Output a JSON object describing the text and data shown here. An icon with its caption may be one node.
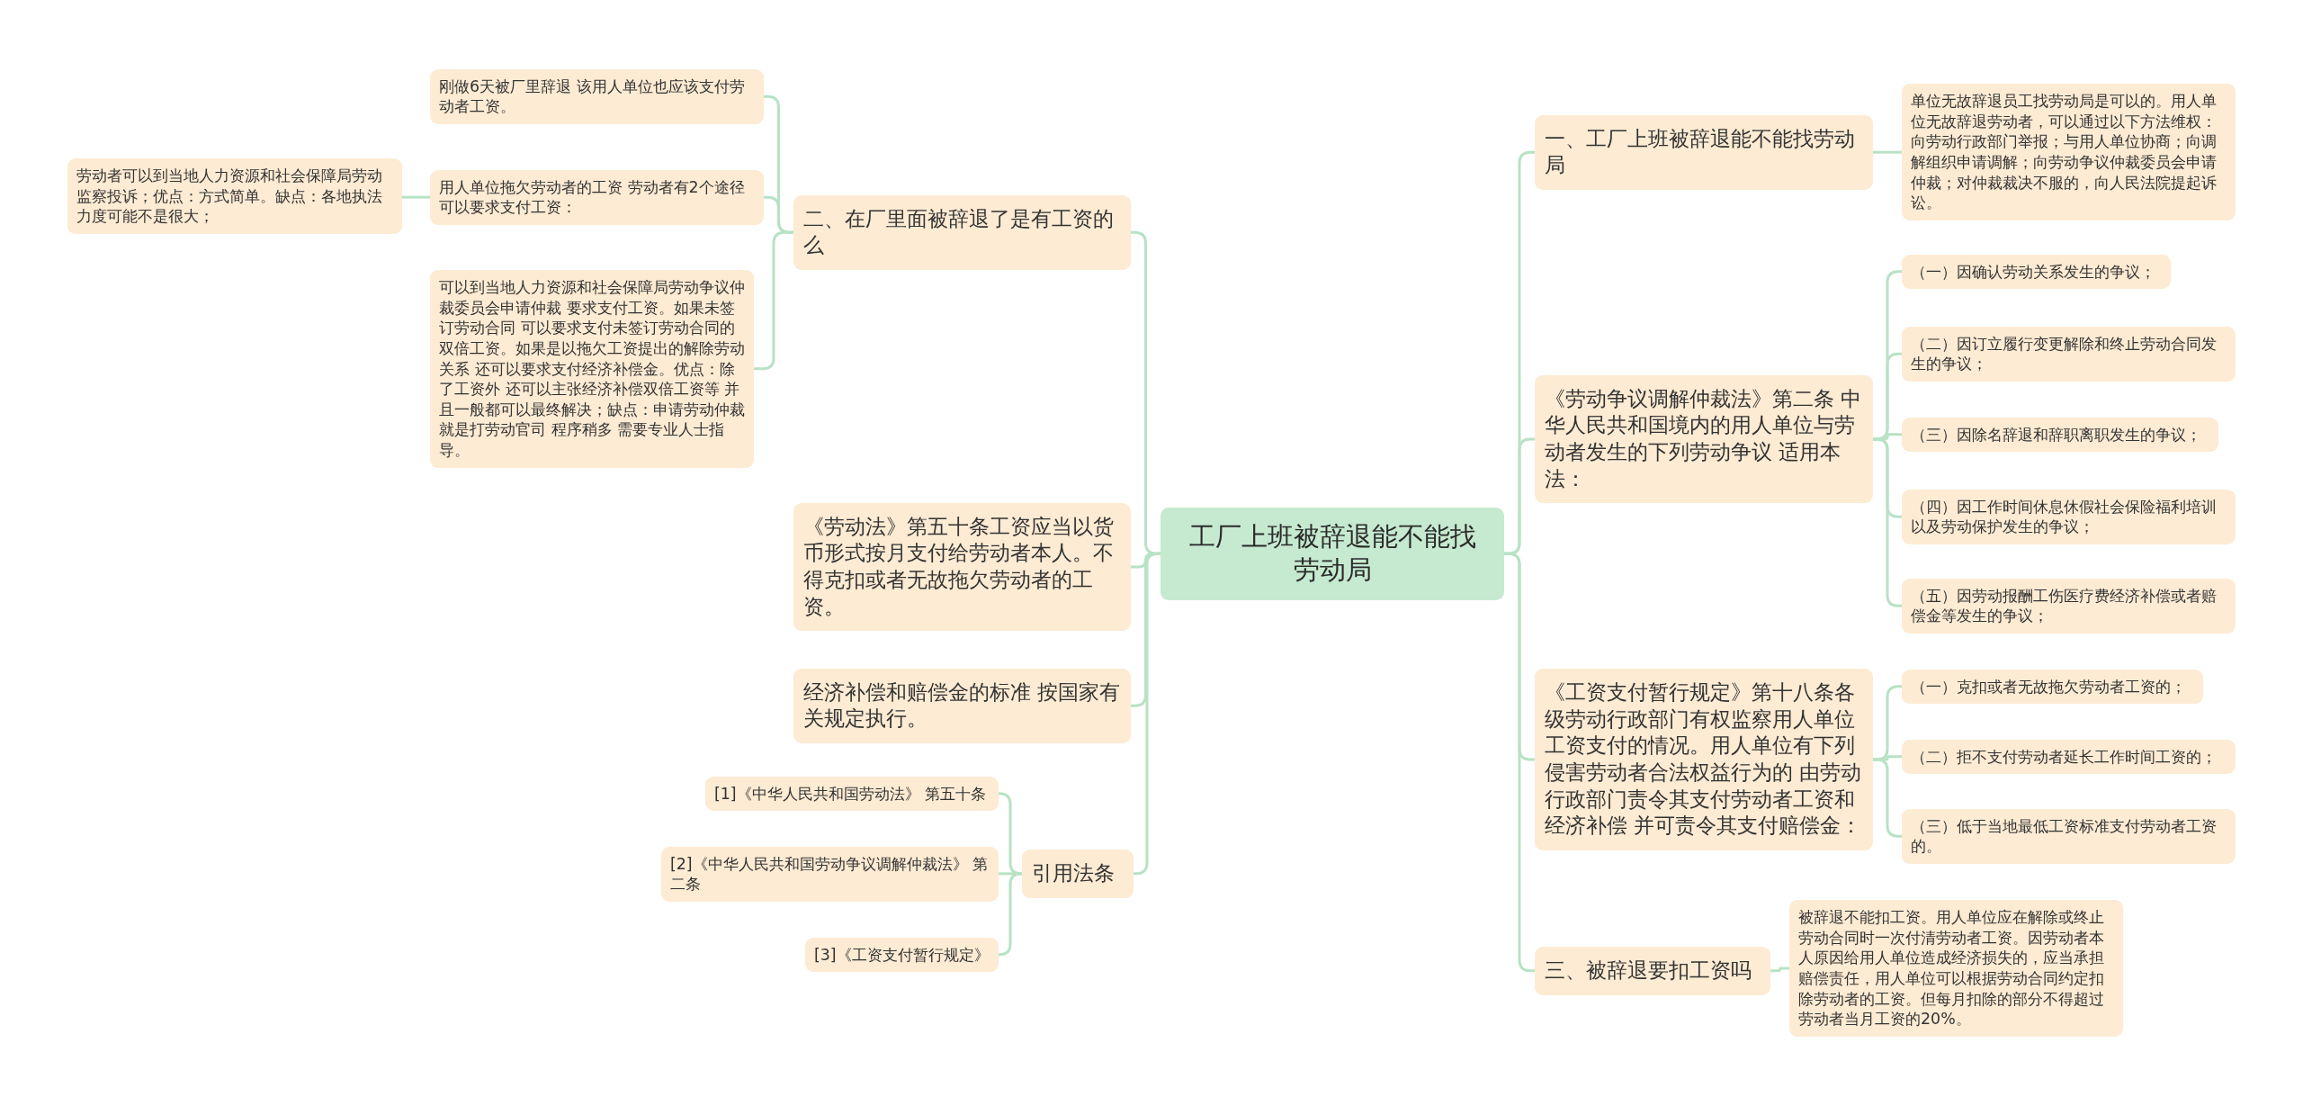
{
  "diagram": {
    "nodes": [
      {
        "text": [
          "工厂上班被辞退能不能找劳动局"
        ]
      },
      {
        "text": [
          "二、在厂里面被辞退了是有工资的么"
        ]
      },
      {
        "text": [
          "刚做6天被厂里辞退 该用人单位也应该支付劳动者工资。"
        ]
      },
      {
        "text": [
          "用人单位拖欠劳动者的工资 劳动者有2个途径可以要求支付工资："
        ]
      },
      {
        "text": [
          "劳动者可以到当地人力资源和社会保障局劳动监察投诉；优点：方式简单。缺点：各地执法力度可能不是很大；"
        ]
      },
      {
        "text": [
          "可以到当地人力资源和社会保障局劳动争议仲裁委员会申请仲裁 要求支付工资。如果未签订劳动合同 可以要求支付未签订劳动合同的双倍工资。如果是以拖欠工资提出的解除劳动关系 还可以要求支付经济补偿金。优点：除了工资外 还可以主张经济补偿双倍工资等 并且一般都可以最终解决；缺点：申请劳动仲裁就是打劳动官司 程序稍多 需要专业人士指导。"
        ]
      },
      {
        "text": [
          "《劳动法》第五十条工资应当以货币形式按月支付给劳动者本人。不得克扣或者无故拖欠劳动者的工资。"
        ]
      },
      {
        "text": [
          "经济补偿和赔偿金的标准 按国家有关规定执行。"
        ]
      },
      {
        "text": [
          "引用法条"
        ]
      },
      {
        "text": [
          "[1]《中华人民共和国劳动法》 第五十条"
        ]
      },
      {
        "text": [
          "[2]《中华人民共和国劳动争议调解仲裁法》 第二条"
        ]
      },
      {
        "text": [
          "[3]《工资支付暂行规定》"
        ]
      },
      {
        "text": [
          "一、工厂上班被辞退能不能找劳动局"
        ]
      },
      {
        "text": [
          "单位无故辞退员工找劳动局是可以的。用人单位无故辞退劳动者，可以通过以下方法维权：向劳动行政部门举报；与用人单位协商；向调解组织申请调解；向劳动争议仲裁委员会申请仲裁；对仲裁裁决不服的，向人民法院提起诉讼。"
        ]
      },
      {
        "text": [
          "《劳动争议调解仲裁法》第二条 中华人民共和国境内的用人单位与劳动者发生的下列劳动争议 适用本法："
        ]
      },
      {
        "text": [
          "（一）因确认劳动关系发生的争议；"
        ]
      },
      {
        "text": [
          "（二）因订立履行变更解除和终止劳动合同发生的争议；"
        ]
      },
      {
        "text": [
          "（三）因除名辞退和辞职离职发生的争议；"
        ]
      },
      {
        "text": [
          "（四）因工作时间休息休假社会保险福利培训以及劳动保护发生的争议；"
        ]
      },
      {
        "text": [
          "（五）因劳动报酬工伤医疗费经济补偿或者赔偿金等发生的争议；"
        ]
      },
      {
        "text": [
          "《工资支付暂行规定》第十八条各级劳动行政部门有权监察用人单位工资支付的情况。用人单位有下列侵害劳动者合法权益行为的 由劳动行政部门责令其支付劳动者工资和经济补偿 并可责令其支付赔偿金："
        ]
      },
      {
        "text": [
          "（一）克扣或者无故拖欠劳动者工资的；"
        ]
      },
      {
        "text": [
          "（二）拒不支付劳动者延长工作时间工资的；"
        ]
      },
      {
        "text": [
          "（三）低于当地最低工资标准支付劳动者工资的。"
        ]
      },
      {
        "text": [
          "三、被辞退要扣工资吗"
        ]
      },
      {
        "text": [
          "被辞退不能扣工资。用人单位应在解除或终止劳动合同时一次付清劳动者工资。因劳动者本人原因给用人单位造成经济损失的，应当承担赔偿责任，用人单位可以根据劳动合同约定扣除劳动者的工资。但每月扣除的部分不得超过劳动者当月工资的20%。"
        ]
      }
    ],
    "edges": [
      {
        "from": 0,
        "to": 1,
        "arrow": "none"
      },
      {
        "from": 1,
        "to": 2,
        "arrow": "none"
      },
      {
        "from": 1,
        "to": 3,
        "arrow": "none"
      },
      {
        "from": 3,
        "to": 4,
        "arrow": "none"
      },
      {
        "from": 1,
        "to": 5,
        "arrow": "none"
      },
      {
        "from": 0,
        "to": 6,
        "arrow": "none"
      },
      {
        "from": 0,
        "to": 7,
        "arrow": "none"
      },
      {
        "from": 0,
        "to": 8,
        "arrow": "none"
      },
      {
        "from": 8,
        "to": 9,
        "arrow": "none"
      },
      {
        "from": 8,
        "to": 10,
        "arrow": "none"
      },
      {
        "from": 8,
        "to": 11,
        "arrow": "none"
      },
      {
        "from": 0,
        "to": 12,
        "arrow": "none"
      },
      {
        "from": 12,
        "to": 13,
        "arrow": "none"
      },
      {
        "from": 0,
        "to": 14,
        "arrow": "none"
      },
      {
        "from": 14,
        "to": 15,
        "arrow": "none"
      },
      {
        "from": 14,
        "to": 16,
        "arrow": "none"
      },
      {
        "from": 14,
        "to": 17,
        "arrow": "none"
      },
      {
        "from": 14,
        "to": 18,
        "arrow": "none"
      },
      {
        "from": 14,
        "to": 19,
        "arrow": "none"
      },
      {
        "from": 0,
        "to": 20,
        "arrow": "none"
      },
      {
        "from": 20,
        "to": 21,
        "arrow": "none"
      },
      {
        "from": 20,
        "to": 22,
        "arrow": "none"
      },
      {
        "from": 20,
        "to": 23,
        "arrow": "none"
      },
      {
        "from": 0,
        "to": 24,
        "arrow": "none"
      },
      {
        "from": 24,
        "to": 25,
        "arrow": "none"
      }
    ]
  }
}
